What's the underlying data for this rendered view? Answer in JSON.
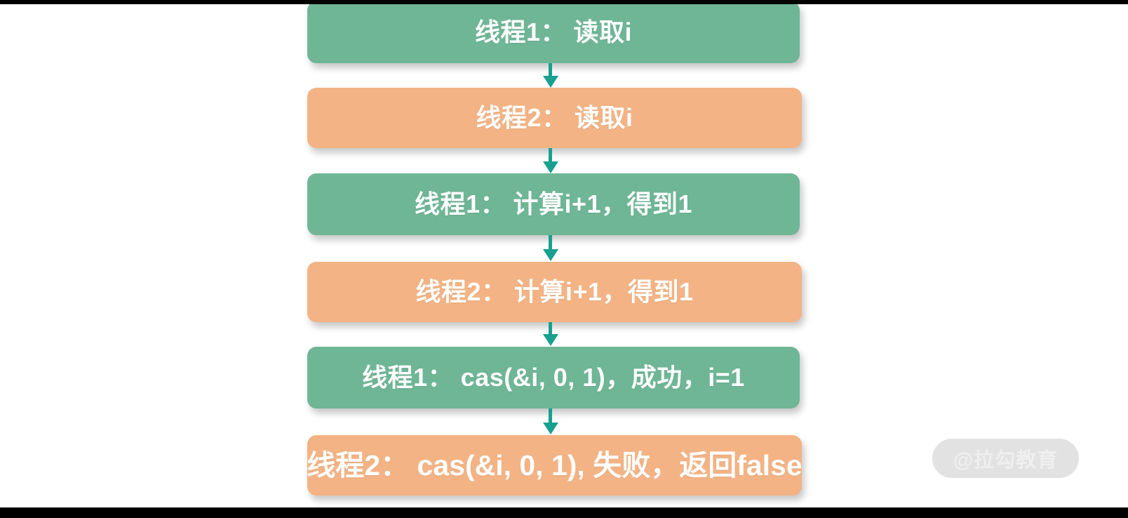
{
  "slide": {
    "background_color": "#ffffff",
    "letterbox_color": "#000000"
  },
  "theme": {
    "green": "#6EB695",
    "orange": "#F3B384",
    "arrow": "#18A090",
    "text": "#ffffff",
    "watermark_pill": "#E2E2E2",
    "watermark_text": "#EFEFEF"
  },
  "flowchart": {
    "type": "vertical-sequence",
    "steps": [
      {
        "index": 1,
        "color_name": "green",
        "thread": "线程1",
        "text": "线程1： 读取i"
      },
      {
        "index": 2,
        "color_name": "orange",
        "thread": "线程2",
        "text": "线程2： 读取i"
      },
      {
        "index": 3,
        "color_name": "green",
        "thread": "线程1",
        "text": "线程1： 计算i+1，得到1"
      },
      {
        "index": 4,
        "color_name": "orange",
        "thread": "线程2",
        "text": "线程2： 计算i+1，得到1"
      },
      {
        "index": 5,
        "color_name": "green",
        "thread": "线程1",
        "text": "线程1： cas(&i, 0, 1)，成功，i=1"
      },
      {
        "index": 6,
        "color_name": "orange",
        "thread": "线程2",
        "text": "线程2： cas(&i, 0, 1), 失败，返回false"
      }
    ],
    "connectors": [
      {
        "from": 1,
        "to": 2,
        "shape": "down-arrow"
      },
      {
        "from": 2,
        "to": 3,
        "shape": "down-arrow"
      },
      {
        "from": 3,
        "to": 4,
        "shape": "down-arrow"
      },
      {
        "from": 4,
        "to": 5,
        "shape": "down-arrow"
      },
      {
        "from": 5,
        "to": 6,
        "shape": "down-arrow"
      }
    ]
  },
  "watermark": {
    "text": "@拉勾教育"
  }
}
